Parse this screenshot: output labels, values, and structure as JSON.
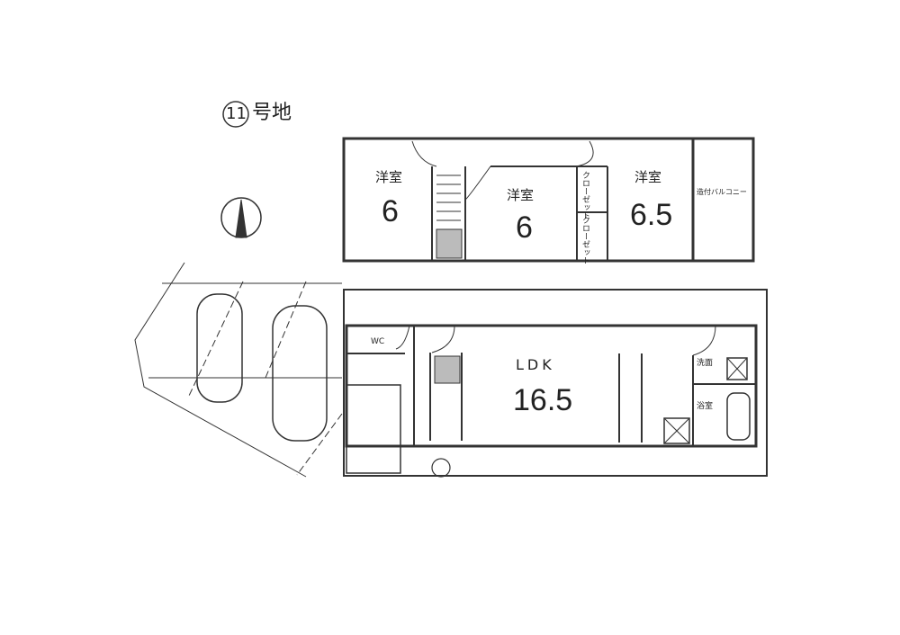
{
  "lot": {
    "number": "11",
    "suffix": "号地"
  },
  "floor2": {
    "rooms": [
      {
        "name": "洋室",
        "size": "6"
      },
      {
        "name": "洋室",
        "size": "6"
      },
      {
        "name": "洋室",
        "size": "6.5"
      }
    ],
    "closets": [
      "クローゼット",
      "クローゼット"
    ],
    "balcony": "造付バルコニー"
  },
  "floor1": {
    "ldk": {
      "name": "LDK",
      "size": "16.5"
    },
    "washroom": "洗面",
    "bathroom": "浴室",
    "toilet": "WC"
  }
}
